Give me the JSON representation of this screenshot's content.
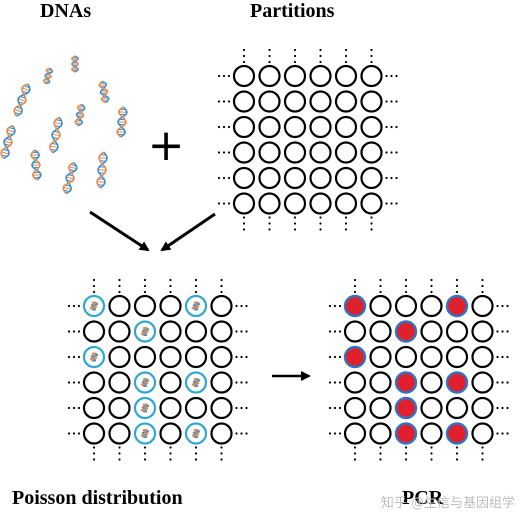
{
  "labels": {
    "dnas": "DNAs",
    "partitions": "Partitions",
    "poisson": "Poisson distribution",
    "pcr": "PCR",
    "watermark": "知乎 @生信与基因组学"
  },
  "symbols": {
    "plus": "+"
  },
  "grid": {
    "rows": 6,
    "cols": 6,
    "poisson_dna_cells": [
      [
        0,
        0
      ],
      [
        0,
        4
      ],
      [
        1,
        2
      ],
      [
        2,
        0
      ],
      [
        3,
        2
      ],
      [
        3,
        4
      ],
      [
        4,
        2
      ],
      [
        5,
        2
      ],
      [
        5,
        4
      ]
    ],
    "pcr_positive_cells": [
      [
        0,
        0
      ],
      [
        0,
        4
      ],
      [
        1,
        2
      ],
      [
        2,
        0
      ],
      [
        3,
        2
      ],
      [
        3,
        4
      ],
      [
        4,
        2
      ],
      [
        5,
        2
      ],
      [
        5,
        4
      ]
    ]
  },
  "colors": {
    "dna_helix_blue": "#3a8fc7",
    "dna_helix_orange": "#e4874f",
    "dna_partition_ring": "#31a7cf",
    "pcr_positive_fill": "#e0202c",
    "pcr_positive_ring": "#2f74c0",
    "empty_ring": "#000000"
  }
}
